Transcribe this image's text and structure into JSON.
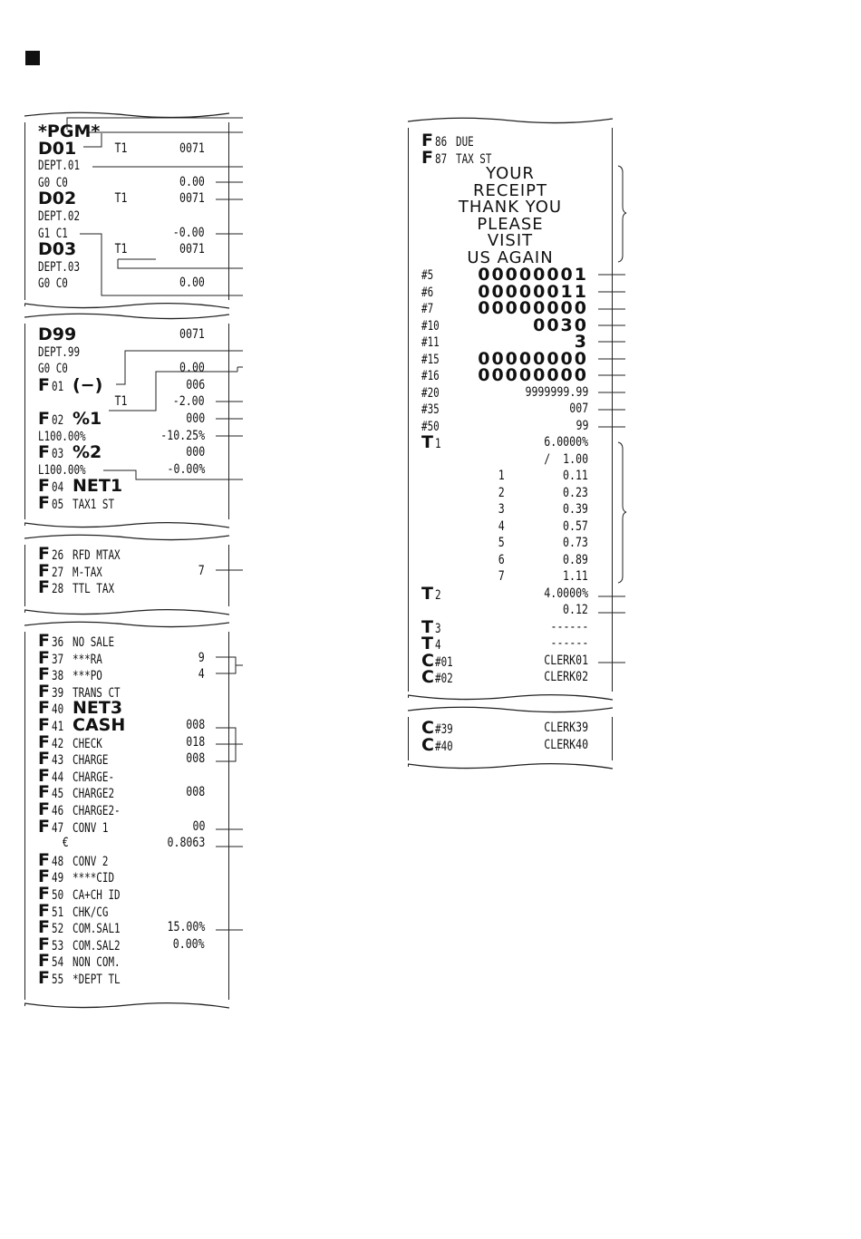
{
  "receipt1": {
    "lines": [
      {
        "big": "*PGM*"
      },
      {
        "big": "D01",
        "mid": "T1",
        "val": "0071"
      },
      {
        "small": "DEPT.01"
      },
      {
        "small": "G0 C0",
        "val": "0.00"
      },
      {
        "big": "D02",
        "mid": "T1",
        "val": "0071"
      },
      {
        "small": "DEPT.02"
      },
      {
        "small": "G1 C1",
        "val": "-0.00"
      },
      {
        "big": "D03",
        "mid": "T1",
        "val": "0071"
      },
      {
        "small": "DEPT.03"
      },
      {
        "small": "G0 C0",
        "val": "0.00"
      }
    ]
  },
  "receipt2": {
    "lines": [
      {
        "big": "D99",
        "val": "0071"
      },
      {
        "small": "DEPT.99"
      },
      {
        "small": "G0 C0",
        "val": "0.00"
      },
      {
        "f": "F",
        "code": "01",
        "bold": "(−)",
        "val": "006"
      },
      {
        "mid": "T1",
        "val": "-2.00"
      },
      {
        "f": "F",
        "code": "02",
        "bold": "%1",
        "val": "000"
      },
      {
        "small": "L100.00%",
        "val": "-10.25%"
      },
      {
        "f": "F",
        "code": "03",
        "bold": "%2",
        "val": "000"
      },
      {
        "small": "L100.00%",
        "val": "-0.00%"
      },
      {
        "f": "F",
        "code": "04",
        "bold": "NET1"
      },
      {
        "f": "F",
        "code": "05",
        "small": "TAX1 ST"
      }
    ]
  },
  "receipt3": {
    "lines": [
      {
        "f": "F",
        "code": "26",
        "small": "RFD MTAX"
      },
      {
        "f": "F",
        "code": "27",
        "small": "M-TAX",
        "val": "7"
      },
      {
        "f": "F",
        "code": "28",
        "small": "TTL TAX"
      }
    ]
  },
  "receipt4": {
    "lines": [
      {
        "f": "F",
        "code": "36",
        "small": "NO SALE"
      },
      {
        "f": "F",
        "code": "37",
        "small": "***RA",
        "val": "9"
      },
      {
        "f": "F",
        "code": "38",
        "small": "***PO",
        "val": "4"
      },
      {
        "f": "F",
        "code": "39",
        "small": "TRANS CT"
      },
      {
        "f": "F",
        "code": "40",
        "bold": "NET3"
      },
      {
        "f": "F",
        "code": "41",
        "bold": "CASH",
        "val": "008"
      },
      {
        "f": "F",
        "code": "42",
        "small": "CHECK",
        "val": "018"
      },
      {
        "f": "F",
        "code": "43",
        "small": "CHARGE",
        "val": "008"
      },
      {
        "f": "F",
        "code": "44",
        "small": "CHARGE-"
      },
      {
        "f": "F",
        "code": "45",
        "small": "CHARGE2",
        "val": "008"
      },
      {
        "f": "F",
        "code": "46",
        "small": "CHARGE2-"
      },
      {
        "f": "F",
        "code": "47",
        "small": "CONV 1",
        "val": "00"
      },
      {
        "mid": "€",
        "val": "0.8063"
      },
      {
        "f": "F",
        "code": "48",
        "small": "CONV 2"
      },
      {
        "f": "F",
        "code": "49",
        "small": "****CID"
      },
      {
        "f": "F",
        "code": "50",
        "small": "CA+CH ID"
      },
      {
        "f": "F",
        "code": "51",
        "small": "CHK/CG"
      },
      {
        "f": "F",
        "code": "52",
        "small": "COM.SAL1",
        "val": "15.00%"
      },
      {
        "f": "F",
        "code": "53",
        "small": "COM.SAL2",
        "val": "0.00%"
      },
      {
        "f": "F",
        "code": "54",
        "small": "NON COM."
      },
      {
        "f": "F",
        "code": "55",
        "small": "*DEPT TL"
      }
    ]
  },
  "receipt5": {
    "lines": [
      {
        "f": "F",
        "code": "86",
        "small": "DUE"
      },
      {
        "f": "F",
        "code": "87",
        "small": "TAX ST"
      },
      {
        "msg": "YOUR"
      },
      {
        "msg": "RECEIPT"
      },
      {
        "msg": "THANK YOU"
      },
      {
        "msg": "PLEASE"
      },
      {
        "msg": "VISIT"
      },
      {
        "msg": "US AGAIN"
      },
      {
        "small": "#5",
        "wval": "00000001"
      },
      {
        "small": "#6",
        "wval": "00000011"
      },
      {
        "small": "#7",
        "wval": "00000000"
      },
      {
        "small": "#10",
        "wval": "0030"
      },
      {
        "small": "#11",
        "wval": "3"
      },
      {
        "small": "#15",
        "wval": "00000000"
      },
      {
        "small": "#16",
        "wval": "00000000"
      },
      {
        "small": "#20",
        "val": "9999999.99"
      },
      {
        "small": "#35",
        "val": "007"
      },
      {
        "small": "#50",
        "val": "99"
      },
      {
        "f": "T",
        "code": "1",
        "val": "6.0000%"
      },
      {
        "val": "/  1.00"
      },
      {
        "mid": "1",
        "val": "0.11"
      },
      {
        "mid": "2",
        "val": "0.23"
      },
      {
        "mid": "3",
        "val": "0.39"
      },
      {
        "mid": "4",
        "val": "0.57"
      },
      {
        "mid": "5",
        "val": "0.73"
      },
      {
        "mid": "6",
        "val": "0.89"
      },
      {
        "mid": "7",
        "val": "1.11"
      },
      {
        "f": "T",
        "code": "2",
        "val": "4.0000%"
      },
      {
        "val": "0.12"
      },
      {
        "f": "T",
        "code": "3",
        "val": "------"
      },
      {
        "f": "T",
        "code": "4",
        "val": "------"
      },
      {
        "f": "C",
        "code": "#01",
        "val": "CLERK01"
      },
      {
        "f": "C",
        "code": "#02",
        "val": "CLERK02"
      }
    ]
  },
  "receipt6": {
    "lines": [
      {
        "f": "C",
        "code": "#39",
        "val": "CLERK39"
      },
      {
        "f": "C",
        "code": "#40",
        "val": "CLERK40"
      }
    ]
  }
}
